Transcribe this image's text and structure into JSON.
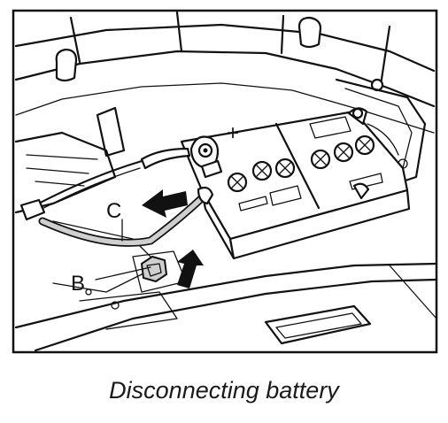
{
  "callouts": {
    "b": "B",
    "c": "C"
  },
  "battery": {
    "plus_mark": "+"
  },
  "caption": "Disconnecting battery"
}
